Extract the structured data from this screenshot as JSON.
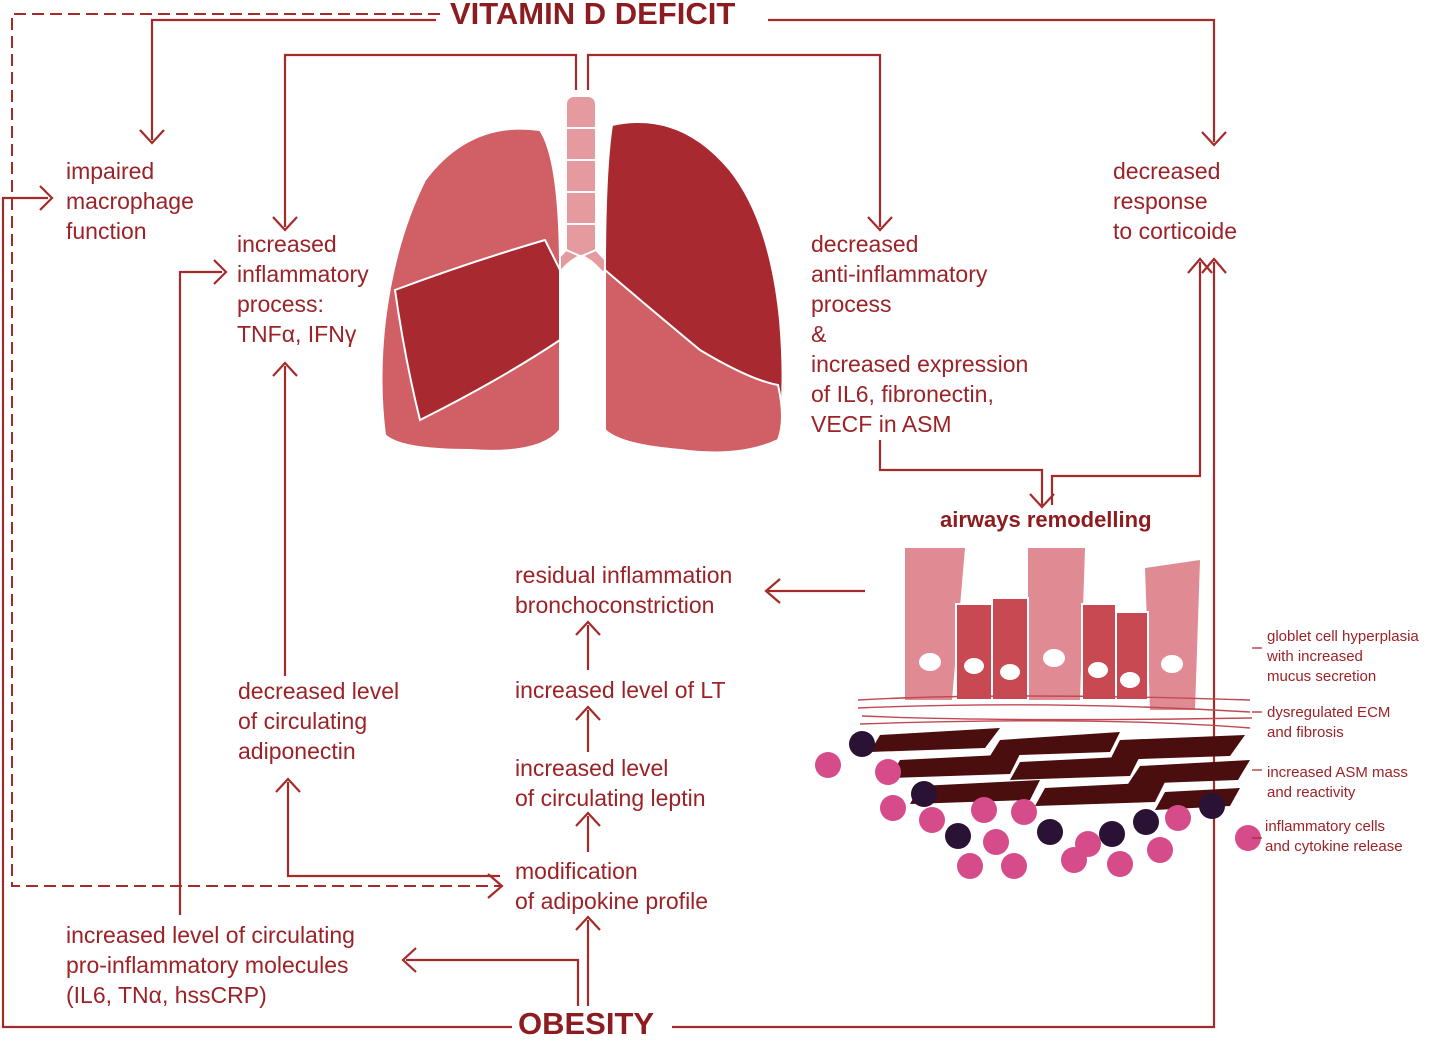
{
  "title_top": "VITAMIN D DEFICIT",
  "title_bottom": "OBESITY",
  "subtitle_airways": "airways remodelling",
  "labels": {
    "macrophage": "impaired\nmacrophage\nfunction",
    "inflammatory": "increased\ninflammatory\nprocess:\nTNFα, IFNγ",
    "anti_inflammatory": "decreased\nanti-inflammatory\nprocess\n&\nincreased expression\nof IL6, fibronectin,\nVECF in ASM",
    "corticoide": "decreased\nresponse\nto corticoide",
    "residual": "residual inflammation\nbronchoconstriction",
    "lt": "increased level of LT",
    "leptin": "increased level\nof circulating leptin",
    "adipokine": "modification\nof adipokine profile",
    "adiponectin": "decreased level\nof circulating\nadiponectin",
    "pro_inflammatory": "increased level of circulating\npro-inflammatory molecules\n(IL6, TNα, hssCRP)"
  },
  "airway_legend": {
    "goblet": "globlet cell hyperplasia\nwith increased\nmucus secretion",
    "ecm": "dysregulated ECM\nand fibrosis",
    "asm": "increased ASM mass\nand reactivity",
    "inflam_cells": "inflammatory cells\nand cytokine release"
  },
  "colors": {
    "line": "#a52a2a",
    "text": "#9b2226",
    "lung_light": "#d05f66",
    "lung_dark": "#a8292f",
    "trachea": "#e59aa0",
    "goblet_light": "#e08b93",
    "goblet_dark": "#c94952",
    "asm": "#4a0e0e",
    "inflam_pink": "#d64b8a",
    "inflam_dark": "#2a1235"
  }
}
